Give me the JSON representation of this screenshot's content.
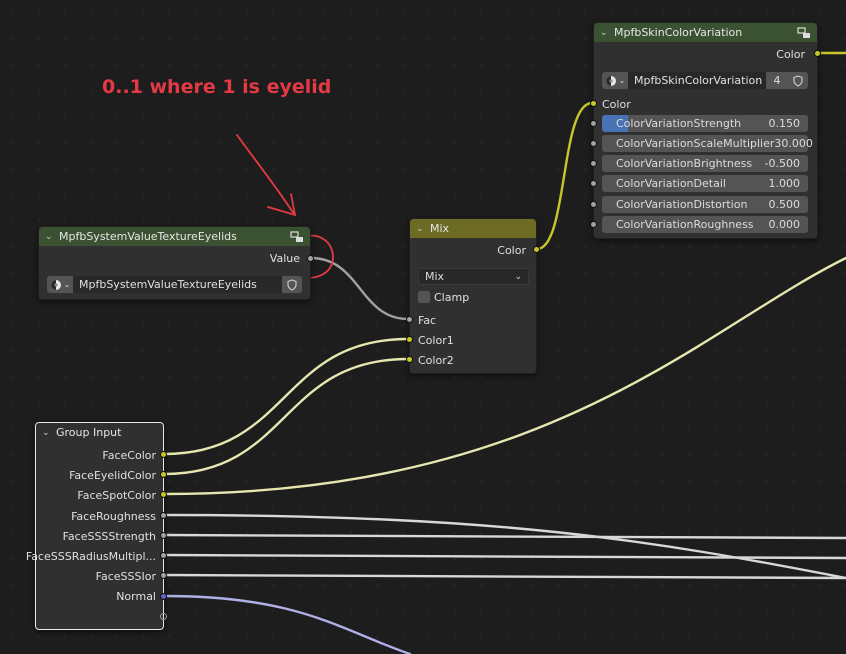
{
  "annotation": {
    "text": "0..1 where 1 is eyelid",
    "color": "#e53a44"
  },
  "colors": {
    "color_socket": "#c7c729",
    "float_socket": "#a1a1a1",
    "vector_socket": "#6363c7",
    "group_header": "#3b5232",
    "mix_header": "#6d6a23",
    "slider_fill": "#4772b3",
    "background": "#1d1d1d"
  },
  "skin_node": {
    "title": "MpfbSkinColorVariation",
    "output_label": "Color",
    "group_name": "MpfbSkinColorVariation",
    "user_count": "4",
    "input_label": "Color",
    "fields": [
      {
        "label": "ColorVariationStrength",
        "value": "0.150"
      },
      {
        "label": "ColorVariationScaleMultiplier",
        "value": "30.000"
      },
      {
        "label": "ColorVariationBrightness",
        "value": "-0.500"
      },
      {
        "label": "ColorVariationDetail",
        "value": "1.000"
      },
      {
        "label": "ColorVariationDistortion",
        "value": "0.500"
      },
      {
        "label": "ColorVariationRoughness",
        "value": "0.000"
      }
    ]
  },
  "eyelid_node": {
    "title": "MpfbSystemValueTextureEyelids",
    "output_label": "Value",
    "group_name": "MpfbSystemValueTextureEyelids"
  },
  "mix_node": {
    "title": "Mix",
    "output_label": "Color",
    "blend_mode": "Mix",
    "clamp_label": "Clamp",
    "inputs": [
      "Fac",
      "Color1",
      "Color2"
    ]
  },
  "group_input": {
    "title": "Group Input",
    "outputs": [
      "FaceColor",
      "FaceEyelidColor",
      "FaceSpotColor",
      "FaceRoughness",
      "FaceSSSStrength",
      "FaceSSSRadiusMultipl...",
      "FaceSSSIor",
      "Normal"
    ]
  }
}
